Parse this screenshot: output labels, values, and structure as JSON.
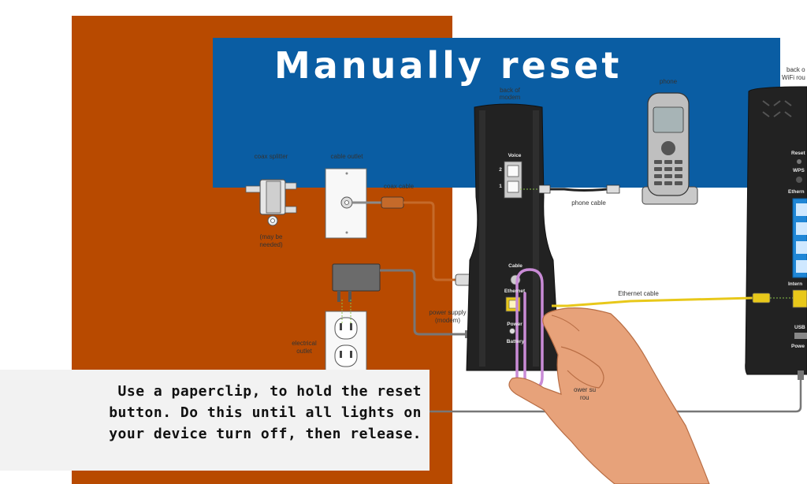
{
  "title": "Manually reset",
  "caption": {
    "line1": "Use a paperclip, to  hold the reset",
    "line2": "button. Do this until all lights on",
    "line3": "your device turn off, then release."
  },
  "labels": {
    "coax_splitter": "coax splitter",
    "may_be_needed_1": "(may be",
    "may_be_needed_2": "needed)",
    "cable_outlet": "cable outlet",
    "coax_cable": "coax cable",
    "back_of_modem_1": "back of",
    "back_of_modem_2": "modem",
    "phone": "phone",
    "phone_cable": "phone cable",
    "ethernet_cable": "Ethernet cable",
    "power_supply_1": "power supply",
    "power_supply_2": "(modem)",
    "electrical_outlet_1": "electrical",
    "electrical_outlet_2": "outlet",
    "back_of_router_1": "back o",
    "back_of_router_2": "WiFi rou",
    "power_supply_router_1": "ower su",
    "power_supply_router_2": "rou"
  },
  "modem_labels": {
    "voice": "Voice",
    "port2": "2",
    "port1": "1",
    "cable": "Cable",
    "ethernet": "Ethernet",
    "power": "Power",
    "battery": "Battery"
  },
  "router_labels": {
    "reset": "Reset",
    "wps": "WPS",
    "ethernet": "Ethern",
    "internet": "Intern",
    "usb": "USB",
    "power": "Powe"
  },
  "colors": {
    "orange_panel": "#b84a00",
    "blue_banner": "#0a5da3",
    "device_dark": "#222222",
    "ethernet_yellow": "#e8c81a",
    "coax_orange": "#c56a2a",
    "paperclip": "#c98bd6",
    "skin": "#e7a27a"
  }
}
